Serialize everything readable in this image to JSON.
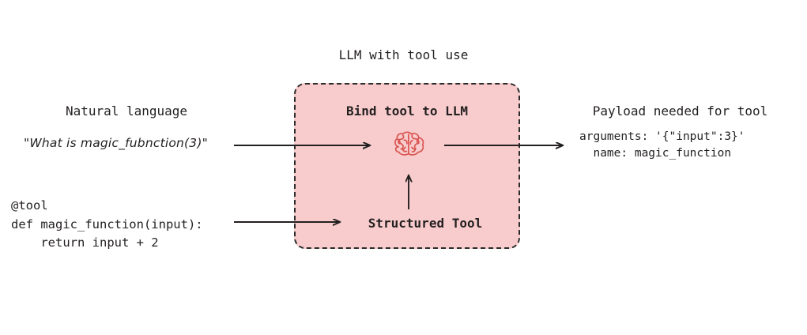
{
  "diagram": {
    "title": "LLM with tool use",
    "background_color": "#ffffff",
    "box": {
      "label": "Bind tool to LLM",
      "fill_color": "#f8cccc",
      "border_color": "#2b2b2b",
      "border_style": "dashed",
      "inner_label": "Structured Tool",
      "icon": "brain-icon",
      "icon_color": "#d9534f"
    },
    "left": {
      "header": "Natural language",
      "quote": "\"What is magic_fubnction(3)\"",
      "code_lines": [
        "@tool",
        "def magic_function(input):",
        "    return input + 2"
      ]
    },
    "right": {
      "header": "Payload needed for tool",
      "payload_lines": [
        "arguments: '{\"input\":3}'",
        "  name: magic_function"
      ]
    },
    "arrows": [
      {
        "name": "arrow-nl-to-llm",
        "direction": "right"
      },
      {
        "name": "arrow-llm-to-payload",
        "direction": "right"
      },
      {
        "name": "arrow-code-to-structured-tool",
        "direction": "right"
      },
      {
        "name": "arrow-structured-tool-to-llm",
        "direction": "up"
      }
    ]
  }
}
